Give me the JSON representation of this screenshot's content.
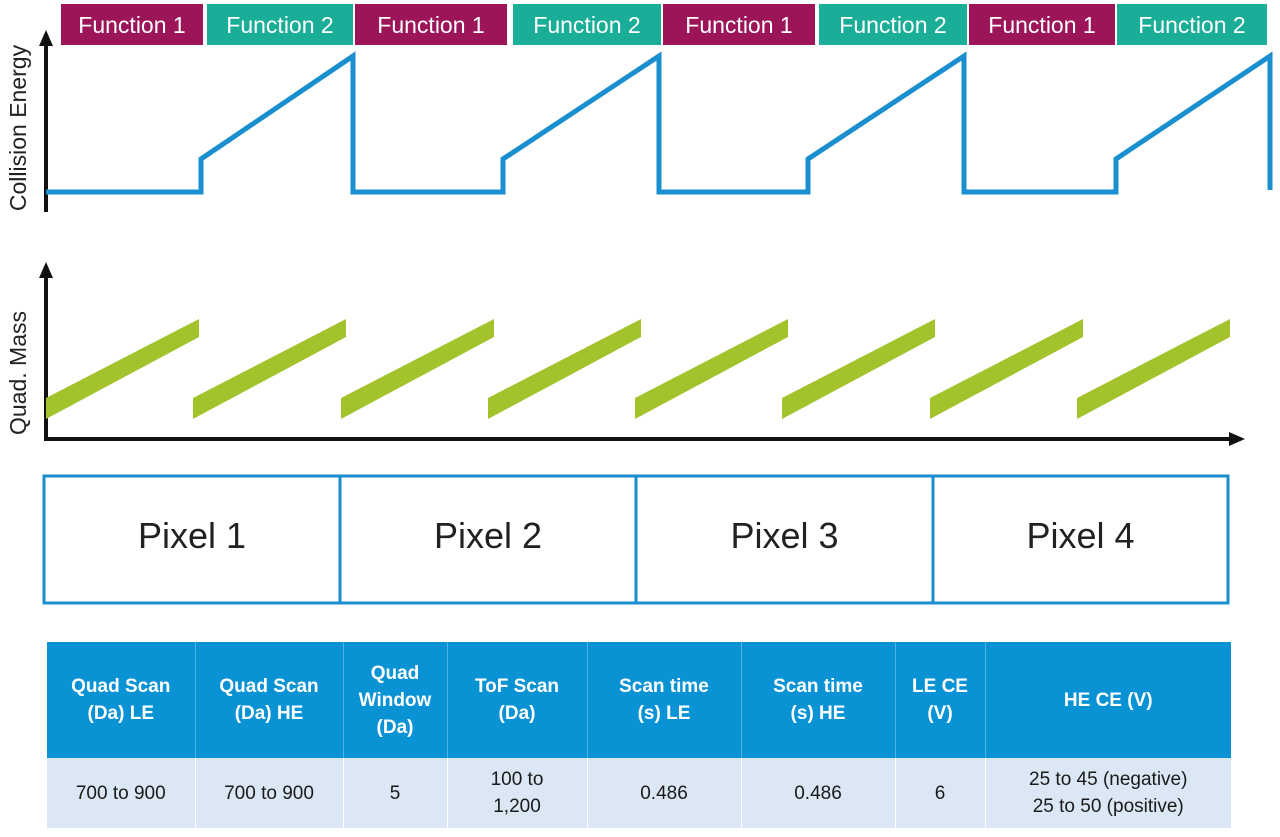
{
  "functions": [
    "Function 1",
    "Function 2",
    "Function 1",
    "Function 2",
    "Function 1",
    "Function 2",
    "Function 1",
    "Function 2"
  ],
  "axes": {
    "top_ylabel": "Collision Energy",
    "bottom_ylabel": "Quad. Mass"
  },
  "pixels": [
    "Pixel 1",
    "Pixel 2",
    "Pixel 3",
    "Pixel 4"
  ],
  "colors": {
    "function_1": "#9c1559",
    "function_2": "#1aae98",
    "energy_trace": "#1a8fcf",
    "quad_bar": "#a3c32d",
    "axis": "#111111",
    "pixel_border": "#1a8fcf",
    "table_header": "#0a93d4",
    "table_row": "#dbe7f4"
  },
  "table": {
    "headers": [
      "Quad Scan\n(Da) LE",
      "Quad Scan\n(Da) HE",
      "Quad\nWindow\n(Da)",
      "ToF Scan\n(Da)",
      "Scan time\n(s)  LE",
      "Scan time\n(s)  HE",
      "LE CE\n(V)",
      "HE CE (V)"
    ],
    "row": [
      "700 to 900",
      "700 to 900",
      "5",
      "100 to\n1,200",
      "0.486",
      "0.486",
      "6",
      "25 to 45 (negative)\n25 to 50 (positive)"
    ]
  }
}
